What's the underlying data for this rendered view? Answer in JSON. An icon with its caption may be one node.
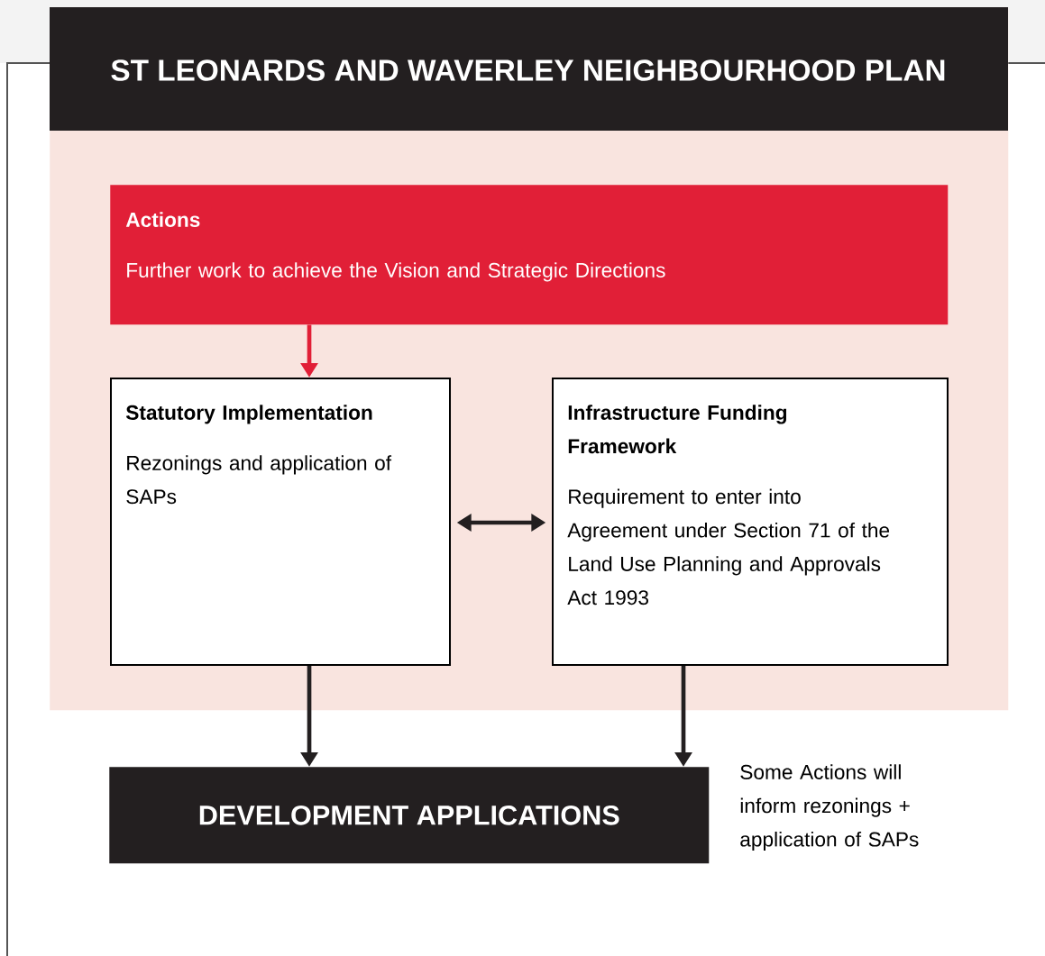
{
  "diagram": {
    "nodes": [
      {
        "text": [
          "ST LEONARDS AND WAVERLEY NEIGHBOURHOOD PLAN"
        ]
      },
      {
        "text": [
          "Actions",
          "Further work to achieve the Vision and Strategic Directions"
        ],
        "in": 0
      },
      {
        "text": [
          "Statutory Implementation",
          "Rezonings and application of SAPs"
        ],
        "in": 0
      },
      {
        "text": [
          "Infrastructure Funding Framework",
          "Requirement to enter into Agreement under Section 71 of the Land Use Planning and Approvals Act 1993"
        ],
        "in": 0
      },
      {
        "text": [
          "DEVELOPMENT APPLICATIONS"
        ]
      }
    ],
    "edges": [
      {
        "from": 1,
        "to": 2,
        "arrow": "to",
        "color": "#e11f37"
      },
      {
        "from": 2,
        "to": 3,
        "arrow": "both"
      },
      {
        "from": 2,
        "to": 4,
        "arrow": "to"
      },
      {
        "from": 3,
        "to": 4,
        "arrow": "to"
      }
    ],
    "labels": [
      "Some Actions will inform rezonings + application of SAPs"
    ]
  }
}
